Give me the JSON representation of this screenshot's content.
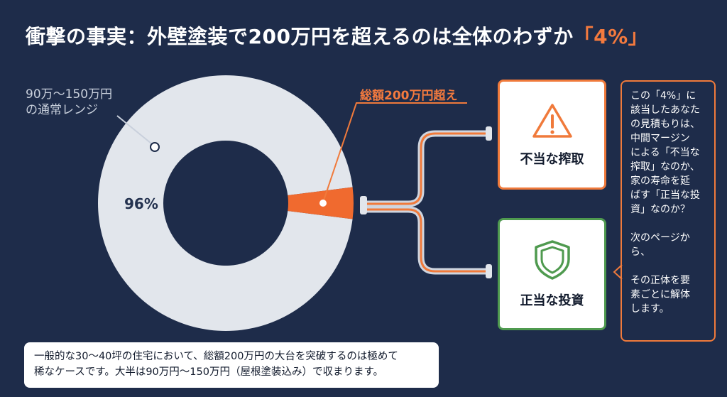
{
  "title": {
    "main": "衝撃の事実：外壁塗装で200万円を超えるのは全体のわずか",
    "highlight": "「4%」"
  },
  "chart_data": {
    "type": "pie",
    "variant": "donut",
    "slices": [
      {
        "label": "90万〜150万円の通常レンジ",
        "value": 96,
        "value_label": "96%",
        "color": "#e2e6ec"
      },
      {
        "label": "総額200万円超え",
        "value": 4,
        "value_label": "4%",
        "color": "#f06a2f"
      }
    ],
    "slice_annotations": {
      "normal": "90万〜150万円\nの通常レンジ",
      "over": "総額200万円超え"
    }
  },
  "cards": {
    "exploit": {
      "label": "不当な搾取",
      "icon": "warning-triangle-icon",
      "color": "#f07a3b"
    },
    "invest": {
      "label": "正当な投資",
      "icon": "shield-icon",
      "color": "#4f9a4f"
    }
  },
  "side_text": "この「4%」に\n該当したあなた\nの見積もりは、\n中間マージン\nによる「不当な\n搾取」なのか、\n家の寿命を延\nばす「正当な投\n資」なのか？\n\n次のページか\nら、\n\nその正体を要\n素ごとに解体\nします。",
  "note": "一般的な30〜40坪の住宅において、総額200万円の大台を突破するのは極めて\n稀なケースです。大半は90万円〜150万円（屋根塗装込み）で収まります。",
  "colors": {
    "background": "#1e2c4a",
    "accent": "#f47a3e",
    "safe": "#4f9a4f"
  }
}
